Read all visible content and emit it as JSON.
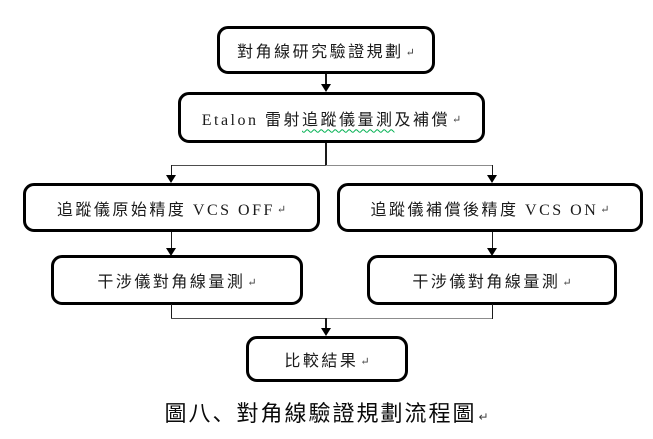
{
  "figure": {
    "caption": "圖八、對角線驗證規劃流程圖",
    "return_mark": "↵"
  },
  "flowchart": {
    "nodes": {
      "plan": {
        "label": "對角線研究驗證規劃"
      },
      "etalon": {
        "label_prefix": "Etalon 雷射",
        "label_spellcheck": "追蹤儀量測",
        "label_suffix": "及補償"
      },
      "vcs_off": {
        "label": "追蹤儀原始精度 VCS OFF"
      },
      "vcs_on": {
        "label": "追蹤儀補償後精度 VCS ON"
      },
      "interferometer_left": {
        "label": "干涉儀對角線量測"
      },
      "interferometer_right": {
        "label": "干涉儀對角線量測"
      },
      "compare": {
        "label": "比較結果"
      }
    },
    "colors": {
      "box_border": "#000000",
      "box_fill": "#ffffff",
      "connector_dark": "#1a1a1a",
      "connector_gray": "#8c8c8c",
      "arrowhead": "#000000",
      "spellcheck_underline": "#00b050"
    }
  }
}
